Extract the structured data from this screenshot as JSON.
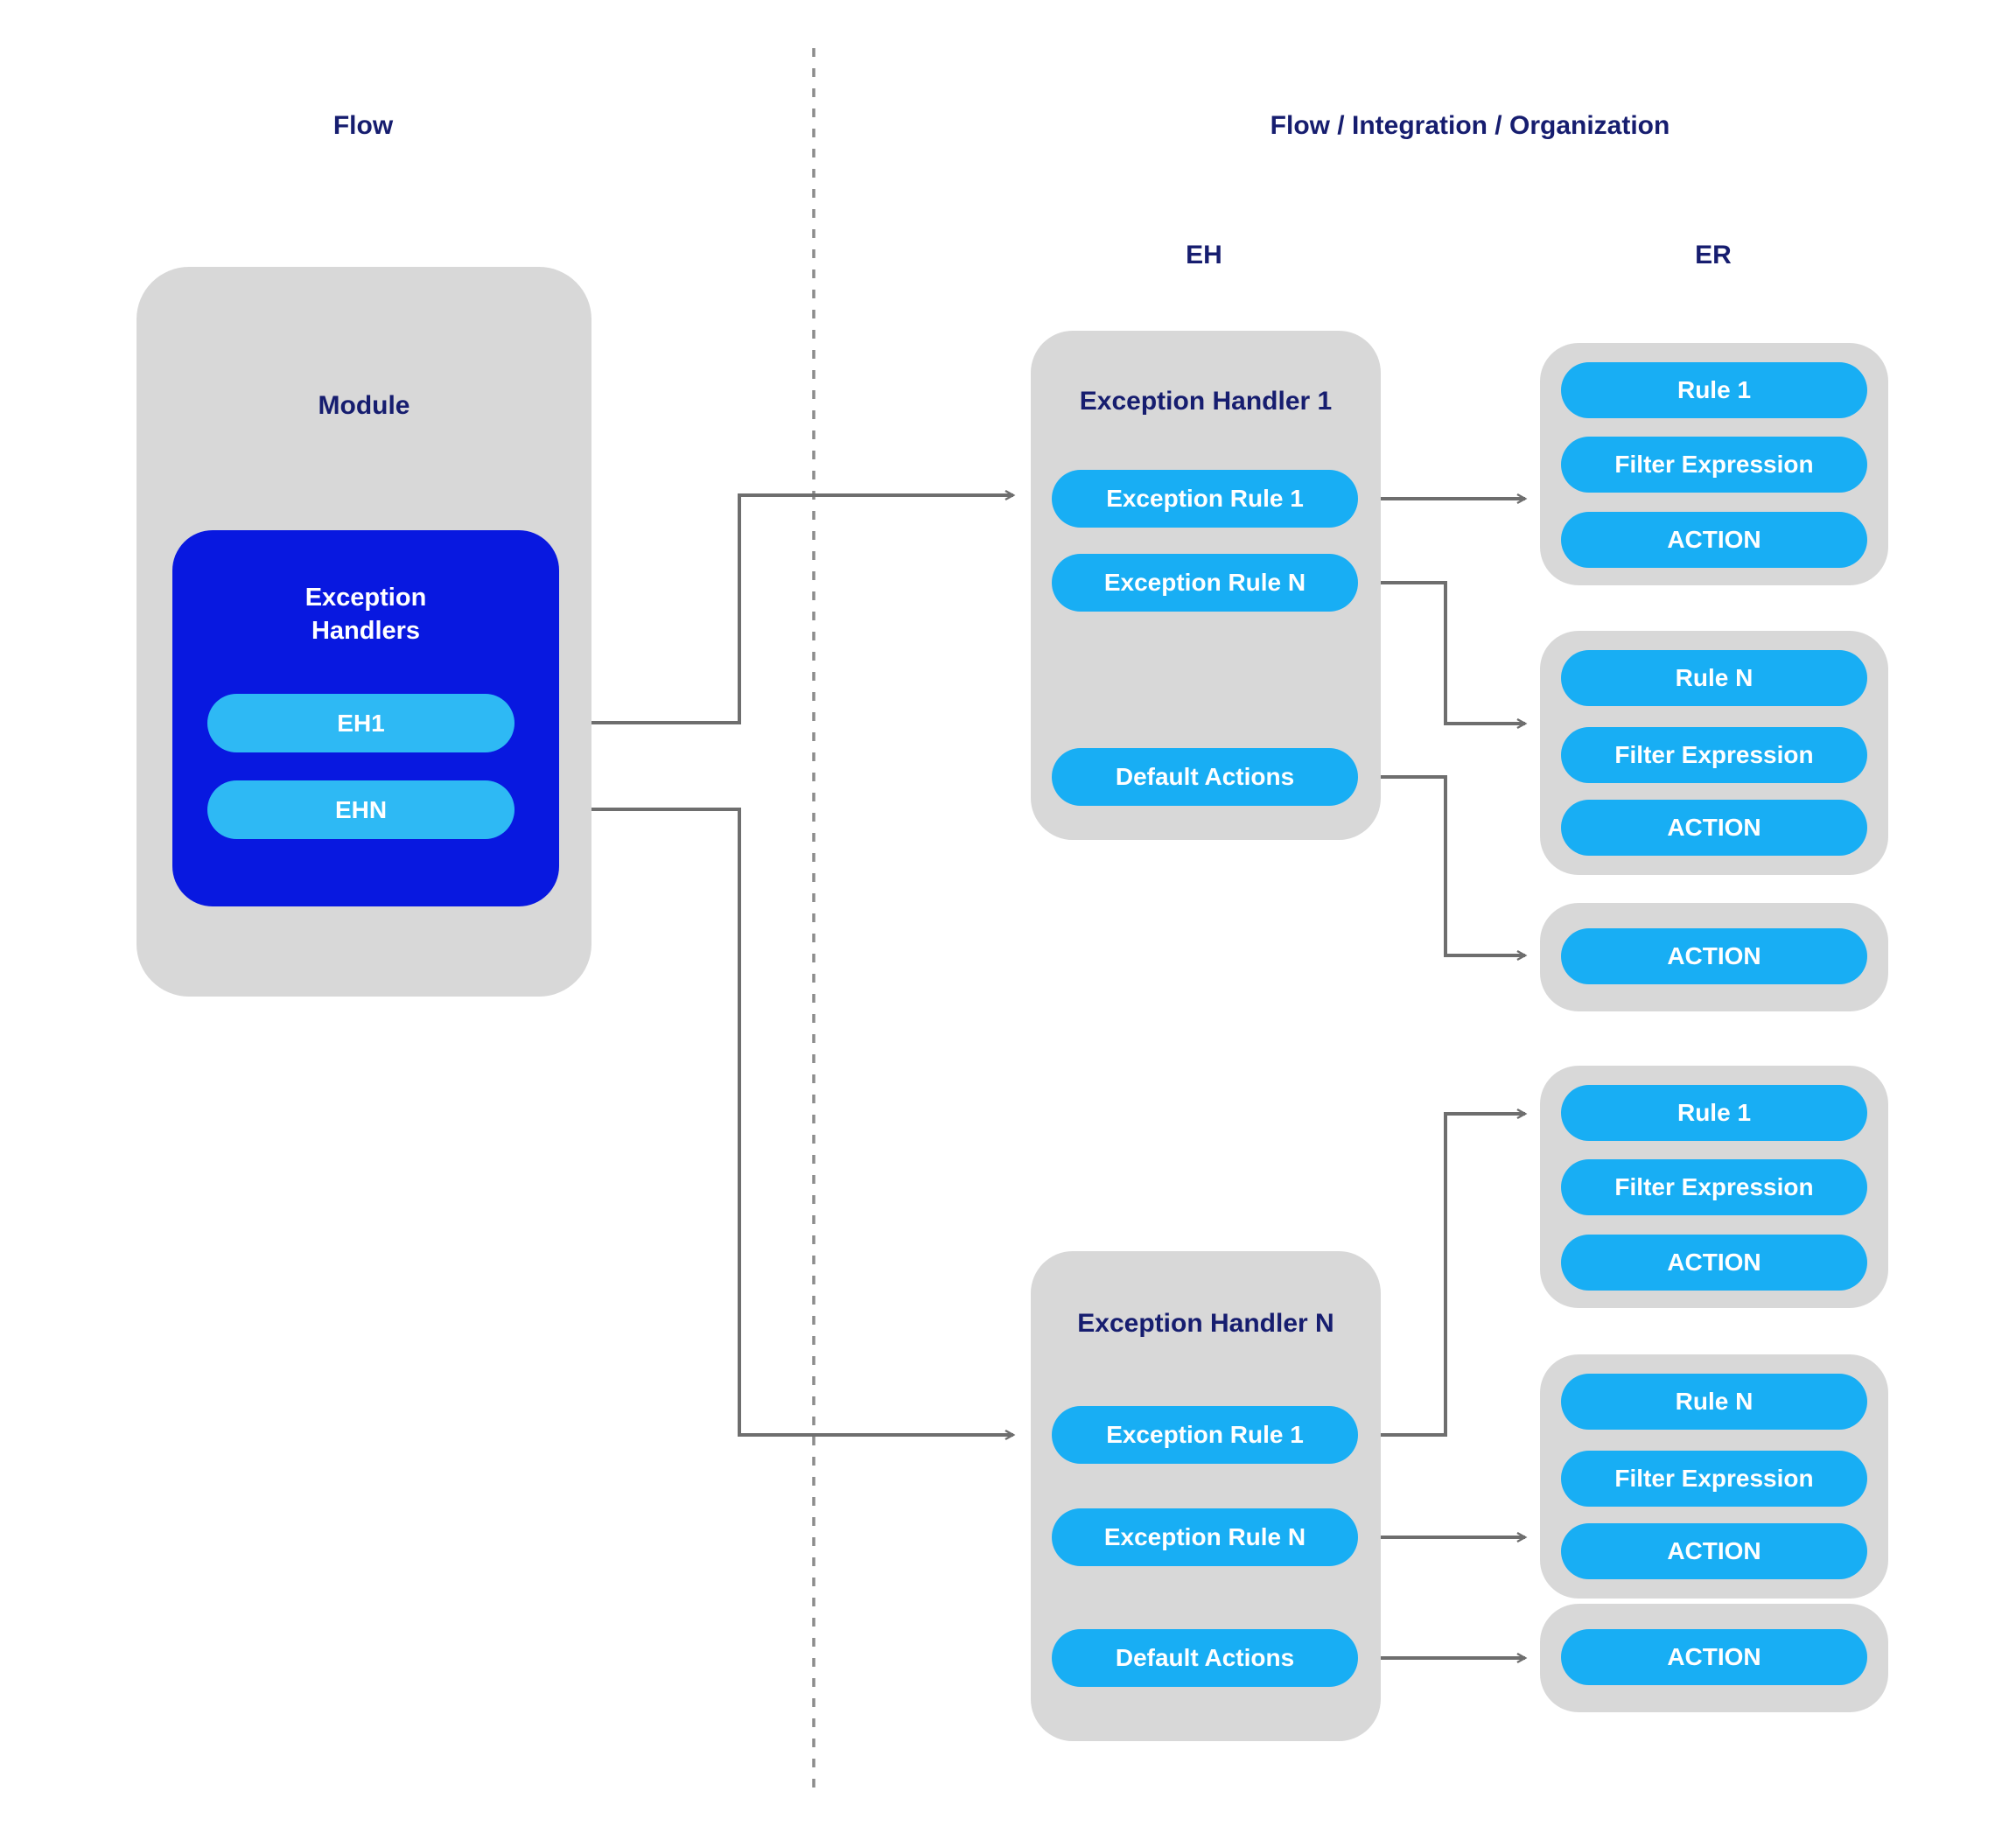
{
  "headers": {
    "left_section_title": "Flow",
    "right_section_title": "Flow / Integration / Organization",
    "eh_column_label": "EH",
    "er_column_label": "ER"
  },
  "module": {
    "title": "Module",
    "handlers_group": {
      "title": "Exception Handlers",
      "items": [
        "EH1",
        "EHN"
      ]
    }
  },
  "eh_column": [
    {
      "title": "Exception Handler 1",
      "rules": [
        "Exception Rule 1",
        "Exception Rule N"
      ],
      "default_actions": "Default Actions"
    },
    {
      "title": "Exception Handler N",
      "rules": [
        "Exception Rule 1",
        "Exception Rule N"
      ],
      "default_actions": "Default Actions"
    }
  ],
  "er_column": [
    {
      "pills": [
        "Rule 1",
        "Filter Expression",
        "ACTION"
      ]
    },
    {
      "pills": [
        "Rule N",
        "Filter Expression",
        "ACTION"
      ]
    },
    {
      "pills": [
        "ACTION"
      ]
    },
    {
      "pills": [
        "Rule 1",
        "Filter Expression",
        "ACTION"
      ]
    },
    {
      "pills": [
        "Rule N",
        "Filter Expression",
        "ACTION"
      ]
    },
    {
      "pills": [
        "ACTION"
      ]
    }
  ],
  "colors": {
    "navy_text": "#161d6f",
    "container_blue": "#0818e0",
    "module_pill_sky": "#2eb9f4",
    "right_pill_blue": "#18aef4",
    "group_gray": "#d8d8d8",
    "arrow_gray": "#6e6e6e",
    "dashed_line_gray": "#8c8c8c"
  }
}
